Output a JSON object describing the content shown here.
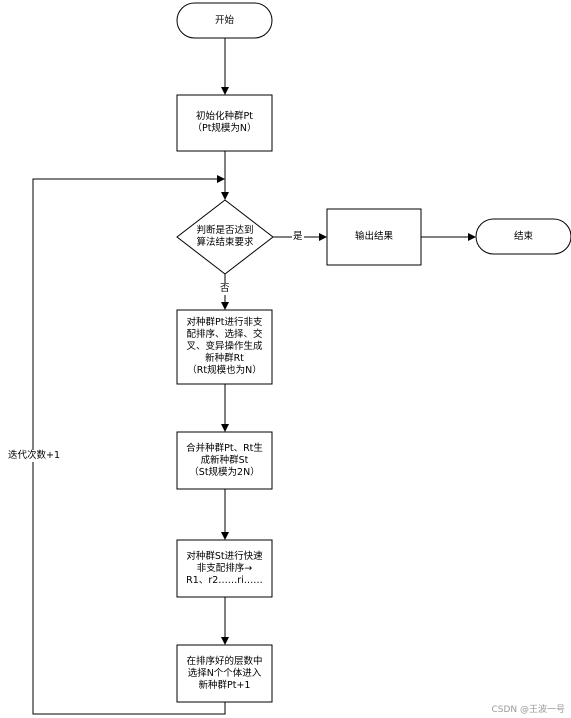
{
  "nodes": {
    "start": "开始",
    "init": [
      "初始化种群Pt",
      "（Pt规模为N）"
    ],
    "decision": [
      "判断是否达到",
      "算法结束要求"
    ],
    "output": "输出结果",
    "end": "结束",
    "sort_ops": [
      "对种群Pt进行非支",
      "配排序、选择、交",
      "叉、变异操作生成",
      "新种群Rt",
      "（Rt规模也为N）"
    ],
    "merge": [
      "合并种群Pt、Rt生",
      "成新种群St",
      "（St规模为2N）"
    ],
    "fast_sort": [
      "对种群St进行快速",
      "非支配排序→",
      "R1、r2……ri……"
    ],
    "select": [
      "在排序好的层数中",
      "选择N个个体进入",
      "新种群Pt+1"
    ]
  },
  "edges": {
    "yes_label": "是",
    "no_label": "否",
    "loop_label": "迭代次数+1"
  },
  "watermark": "CSDN @王波一号"
}
